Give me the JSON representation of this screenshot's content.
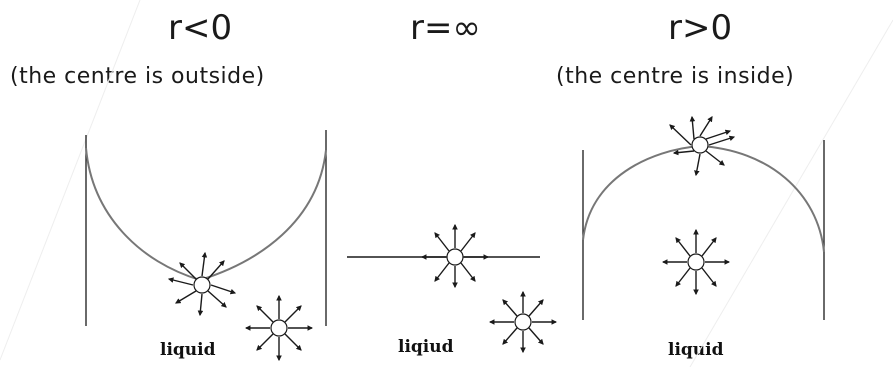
{
  "panels": [
    {
      "title": "r<0",
      "subtitle": "(the centre is outside)",
      "liquid_label": "liquid"
    },
    {
      "title": "r=∞",
      "subtitle": "",
      "liquid_label": "liqiud"
    },
    {
      "title": "r>0",
      "subtitle": "(the centre is inside)",
      "liquid_label": "liquid"
    }
  ],
  "colors": {
    "ink": "#1a1a1a",
    "surface_curve": "#777777",
    "background": "#ffffff"
  },
  "icons": {
    "molecule": "circle-with-radiating-arrows"
  }
}
